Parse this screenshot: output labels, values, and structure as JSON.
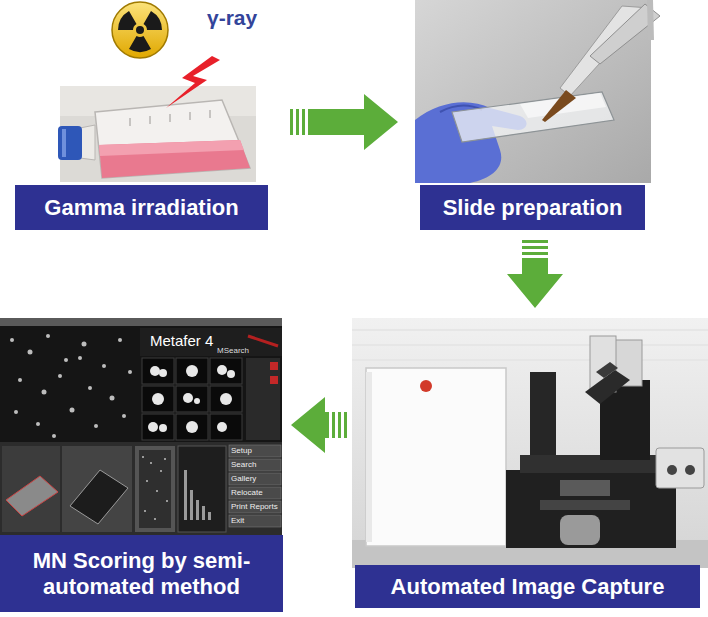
{
  "diagram": {
    "nodes": [
      {
        "text": [
          "Gamma irradiation"
        ]
      },
      {
        "text": [
          "Slide preparation"
        ]
      },
      {
        "text": [
          "Automated Image Capture"
        ]
      },
      {
        "text": [
          "MN Scoring by semi-automated method"
        ]
      }
    ],
    "edges": [
      {
        "from": 0,
        "to": 1,
        "arrow": "to"
      },
      {
        "from": 1,
        "to": 2,
        "arrow": "to"
      },
      {
        "from": 2,
        "to": 3,
        "arrow": "to"
      }
    ],
    "labels": [
      "γ-ray",
      "Metafer 4",
      "MSearch",
      "Setup",
      "Search",
      "Gallery",
      "Relocate",
      "Print Reports",
      "Exit"
    ]
  }
}
